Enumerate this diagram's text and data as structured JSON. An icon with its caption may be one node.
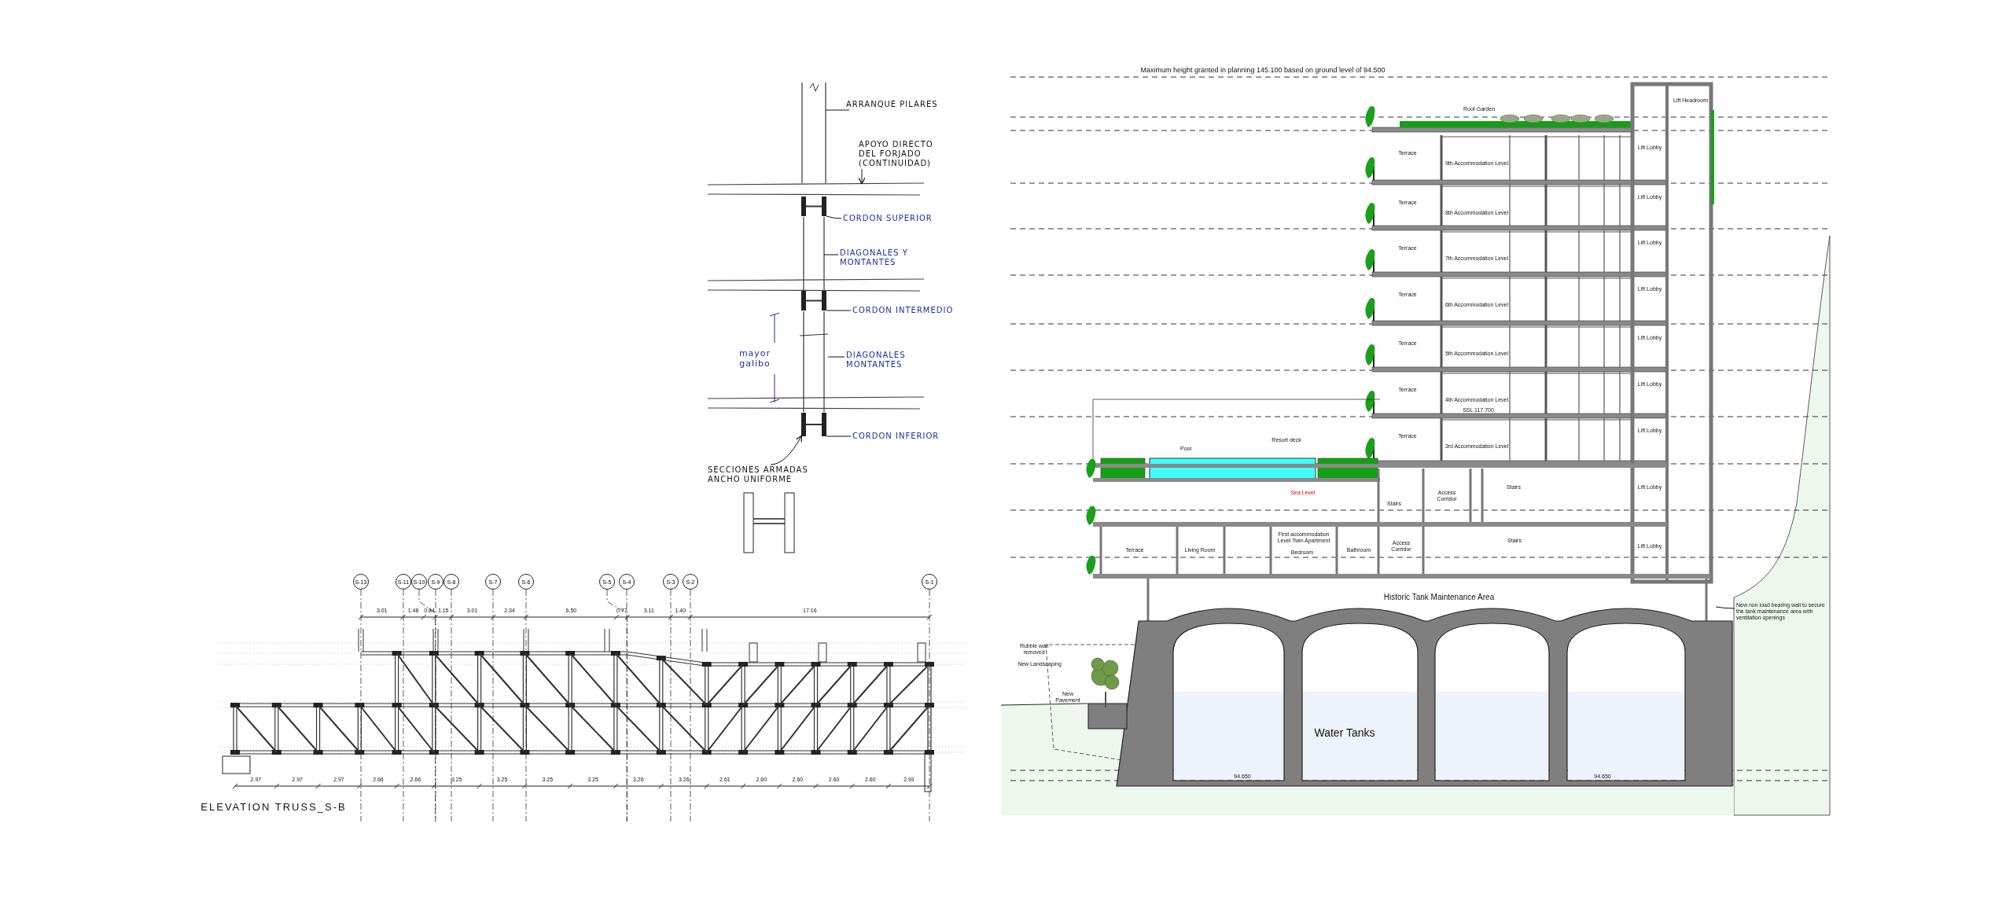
{
  "diagram": {
    "nodes": [
      {
        "text": [
          "ARRANQUE PILARES"
        ]
      },
      {
        "text": [
          "APOYO DIRECTO DEL FORJADO (CONTINUIDAD)"
        ]
      },
      {
        "text": [
          "CORDON SUPERIOR"
        ]
      },
      {
        "text": [
          "DIAGONALES Y MONTANTES"
        ]
      },
      {
        "text": [
          "CORDON INTERMEDIO"
        ]
      },
      {
        "text": [
          "DIAGONALES MONTANTES"
        ]
      },
      {
        "text": [
          "CORDON INFERIOR"
        ]
      },
      {
        "text": [
          "SECCIONES ARMADAS ANCHO UNIFORME"
        ]
      },
      {
        "text": [
          "S-13"
        ]
      },
      {
        "text": [
          "S-11"
        ]
      },
      {
        "text": [
          "S-10"
        ]
      },
      {
        "text": [
          "S-9"
        ]
      },
      {
        "text": [
          "S-8"
        ]
      },
      {
        "text": [
          "S-7"
        ]
      },
      {
        "text": [
          "S-6"
        ]
      },
      {
        "text": [
          "S-5"
        ]
      },
      {
        "text": [
          "S-4"
        ]
      },
      {
        "text": [
          "S-3"
        ]
      },
      {
        "text": [
          "S-2"
        ]
      },
      {
        "text": [
          "S-1"
        ]
      },
      {
        "text": [
          "New non load bearing wall to secure the tank maintenance area with ventilation openings"
        ]
      },
      {
        "text": [],
        "shape": "bar"
      },
      {
        "text": [],
        "shape": "bar"
      },
      {
        "text": [],
        "shape": "bar"
      },
      {
        "text": [],
        "shape": "bar"
      },
      {
        "text": [],
        "shape": "bar"
      },
      {
        "text": [],
        "shape": "bar"
      },
      {
        "text": [],
        "shape": "bar"
      }
    ],
    "edges": [
      {
        "from": 0,
        "to": 21,
        "arrow": "none"
      },
      {
        "from": 1,
        "to": 22,
        "arrow": "to"
      },
      {
        "from": 2,
        "to": 23,
        "arrow": "none"
      },
      {
        "from": 3,
        "to": 24,
        "arrow": "none"
      },
      {
        "from": 4,
        "to": 25,
        "arrow": "none"
      },
      {
        "from": 5,
        "to": 26,
        "arrow": "none"
      },
      {
        "from": 6,
        "to": 27,
        "arrow": "none"
      },
      {
        "from": 7,
        "to": 27,
        "arrow": "to"
      },
      {
        "from": 20,
        "to": null,
        "arrow": "none"
      }
    ],
    "labels": [
      "mayor galibo",
      "3.01",
      "1.48",
      "0.84",
      "1.15",
      "3.01",
      "2.34",
      "6.50",
      "0.77",
      "3.11",
      "1.40",
      "17.16",
      "2.97",
      "2.97",
      "2.97",
      "2.66",
      "2.66",
      "3.25",
      "3.25",
      "3.25",
      "3.25",
      "3.26",
      "3.26",
      "2.61",
      "2.60",
      "2.60",
      "2.60",
      "2.60",
      "2.93",
      "ELEVATION TRUSS_S-B",
      "Maximum height granted in planning 145.100 based on ground level of 94.500",
      "Roof Garden",
      "Lift Headroom",
      "Terrace",
      "Terrace",
      "Terrace",
      "Terrace",
      "Terrace",
      "Terrace",
      "Terrace",
      "9th Accommodation Level",
      "8th Accommodation Level",
      "7th Accommodation Level",
      "6th Accommodation Level",
      "5th Accommodation Level",
      "4th Accommodation Level",
      "3rd Accommodation Level",
      "Lift Lobby",
      "Lift Lobby",
      "Lift Lobby",
      "Lift Lobby",
      "Lift Lobby",
      "Lift Lobby",
      "Lift Lobby",
      "SSL 117.700",
      "Resort deck",
      "Pool",
      "Sea Level",
      "Stairs",
      "Access Corridor",
      "Stairs",
      "Lift Lobby",
      "Terrace",
      "Living Room",
      "First accommodation Level Twin Apartment",
      "Bedroom",
      "Bathroom",
      "Access Corridor",
      "Stairs",
      "Lift Lobby",
      "Historic Tank Maintenance Area",
      "Rubble wall removed",
      "New Landscaping",
      "New Pavement",
      "Water Tanks",
      "94.650",
      "94.650"
    ]
  }
}
